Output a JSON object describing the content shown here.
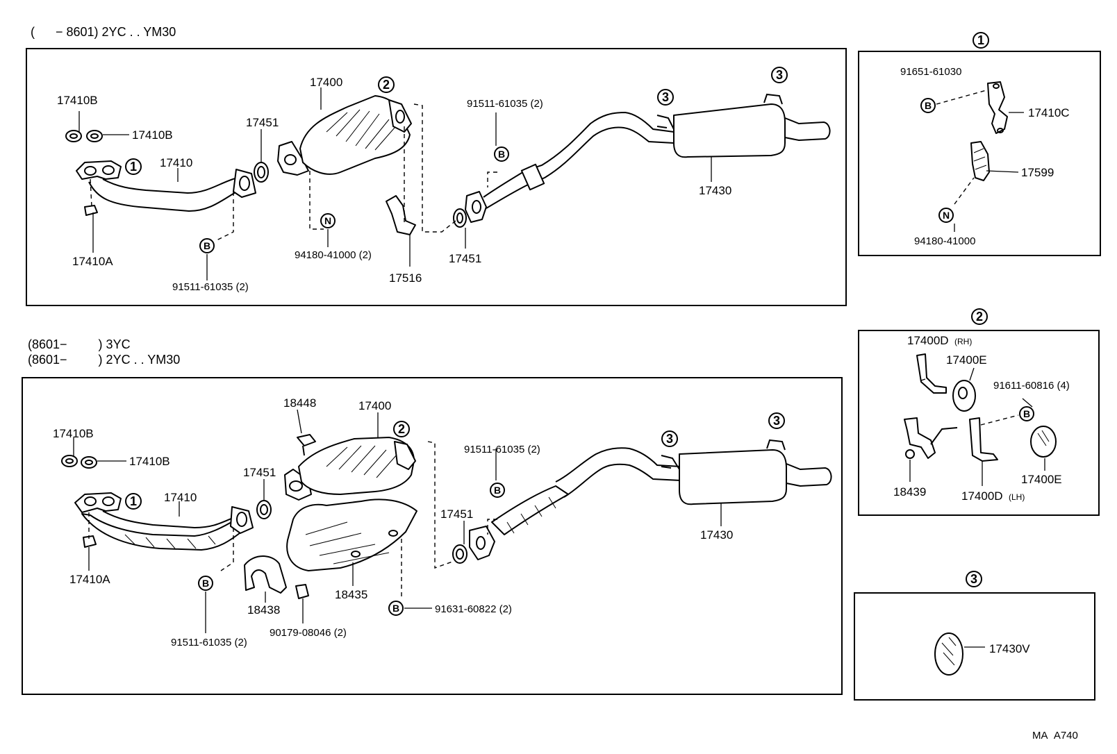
{
  "top_section": {
    "header": "(      − 8601) 2YC . . YM30",
    "labels": {
      "p17410b_a": "17410B",
      "p17410b_b": "17410B",
      "p17410": "17410",
      "p17410a": "17410A",
      "p17451_a": "17451",
      "p17400": "17400",
      "p91511_a": "91511-61035 (2)",
      "p94180": "94180-41000 (2)",
      "p17516": "17516",
      "p17451_b": "17451",
      "p91511_b": "91511-61035 (2)",
      "p17430": "17430"
    }
  },
  "bottom_section": {
    "header_line1": "(8601−         ) 3YC",
    "header_line2": "(8601−         ) 2YC . . YM30",
    "labels": {
      "p17410b_a": "17410B",
      "p17410b_b": "17410B",
      "p17410": "17410",
      "p17410a": "17410A",
      "p17451_a": "17451",
      "p18448": "18448",
      "p17400": "17400",
      "p18438": "18438",
      "p18435": "18435",
      "p91511_a": "91511-61035 (2)",
      "p90179": "90179-08046 (2)",
      "p91631": "91631-60822 (2)",
      "p91511_b": "91511-61035 (2)",
      "p17451_b": "17451",
      "p17430": "17430"
    }
  },
  "callouts": {
    "one": "1",
    "two": "2",
    "three": "3",
    "bolt": "B",
    "nut": "N"
  },
  "detail_1": {
    "p91651": "91651-61030",
    "p17410c": "17410C",
    "p17599": "17599",
    "p94180": "94180-41000"
  },
  "detail_2": {
    "p17400d_rh": "17400D",
    "rh": "(RH)",
    "p17400e_a": "17400E",
    "p91611": "91611-60816 (4)",
    "p18439": "18439",
    "p17400d_lh": "17400D",
    "lh": "(LH)",
    "p17400e_b": "17400E"
  },
  "detail_3": {
    "p17430v": "17430V"
  },
  "footer_code": "MA  A740"
}
